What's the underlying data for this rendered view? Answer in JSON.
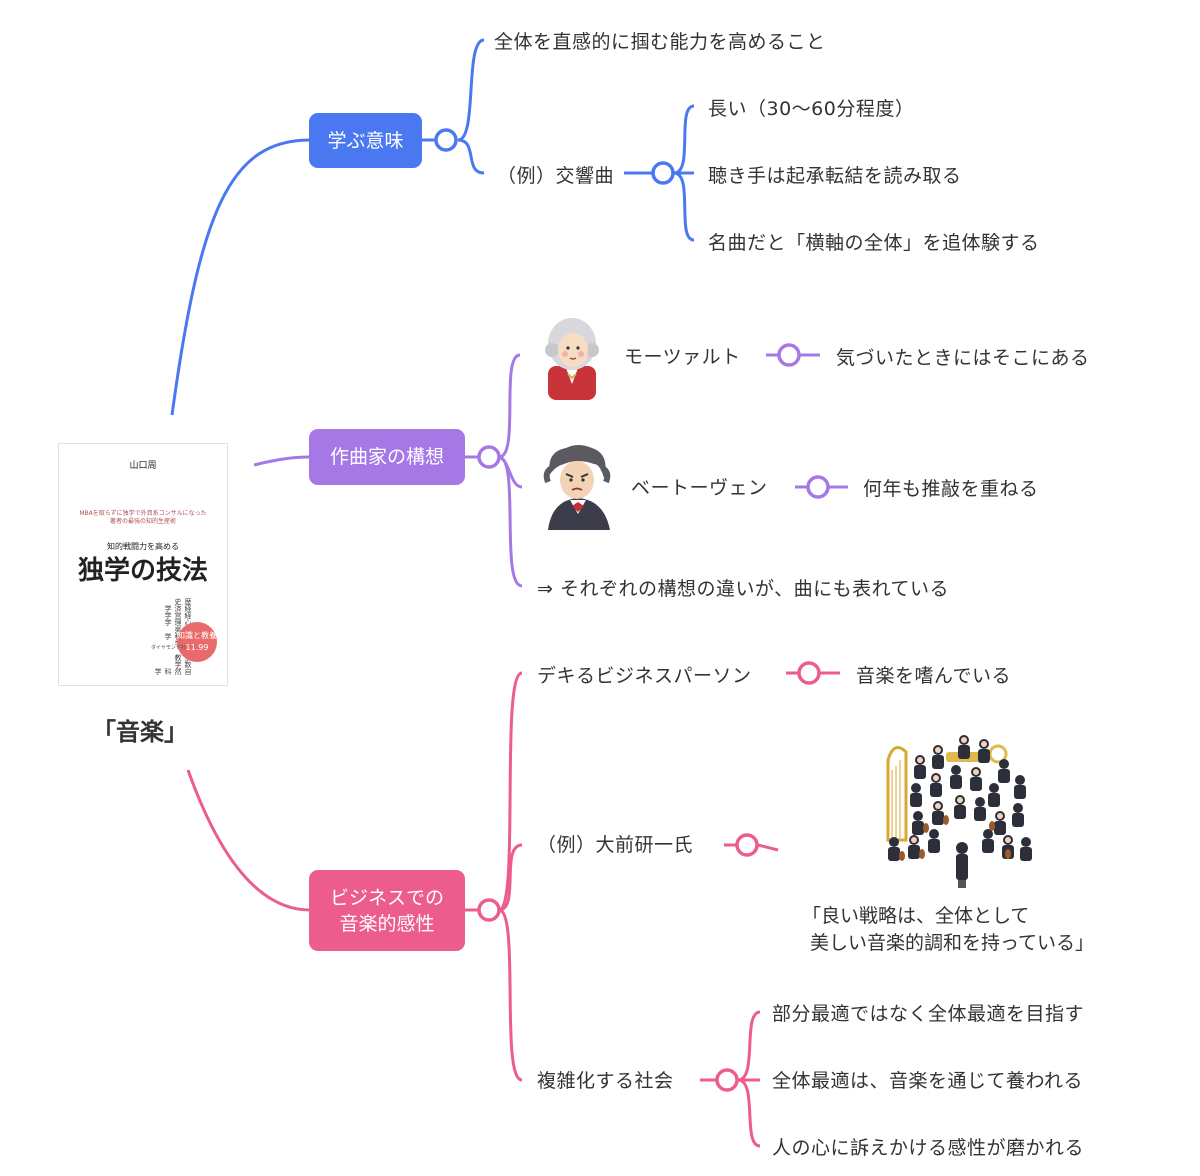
{
  "root": {
    "label": "「音楽」",
    "book": {
      "author": "山口周",
      "subtitle": "知的戦闘力を高める",
      "title": "独学の技法",
      "tagline": "MBAを取らずに独学で外資系コンサルになった著者の最強の知的生産術",
      "subjects": [
        "歴史",
        "経済学",
        "経営学",
        "心理学",
        "音楽",
        "脳科学",
        "文学",
        "詩",
        "宗教",
        "数学",
        "自然科学"
      ],
      "badge": "知識と教養 11.99",
      "publisher": "ダイヤモンド社"
    }
  },
  "branches": {
    "learn": {
      "label": "学ぶ意味",
      "color": "#4a78f0",
      "items": {
        "grasp": "全体を直感的に掴む能力を高めること",
        "example": "（例）交響曲",
        "sub": [
          "長い（30〜60分程度）",
          "聴き手は起承転結を読み取る",
          "名曲だと「横軸の全体」を追体験する"
        ]
      }
    },
    "composer": {
      "label": "作曲家の構想",
      "color": "#a578e6",
      "mozart": {
        "name": "モーツァルト",
        "note": "気づいたときにはそこにある"
      },
      "beethoven": {
        "name": "ベートーヴェン",
        "note": "何年も推敲を重ねる"
      },
      "conclusion": "⇒ それぞれの構想の違いが、曲にも表れている"
    },
    "business": {
      "label_line1": "ビジネスでの",
      "label_line2": "音楽的感性",
      "color": "#ec5c8c",
      "capable": {
        "label": "デキるビジネスパーソン",
        "note": "音楽を嗜んでいる"
      },
      "ohmae": {
        "label": "（例）大前研一氏",
        "quote_line1": "「良い戦略は、全体として",
        "quote_line2": "美しい音楽的調和を持っている」"
      },
      "complex": {
        "label": "複雑化する社会",
        "sub": [
          "部分最適ではなく全体最適を目指す",
          "全体最適は、音楽を通じて養われる",
          "人の心に訴えかける感性が磨かれる"
        ]
      }
    }
  }
}
